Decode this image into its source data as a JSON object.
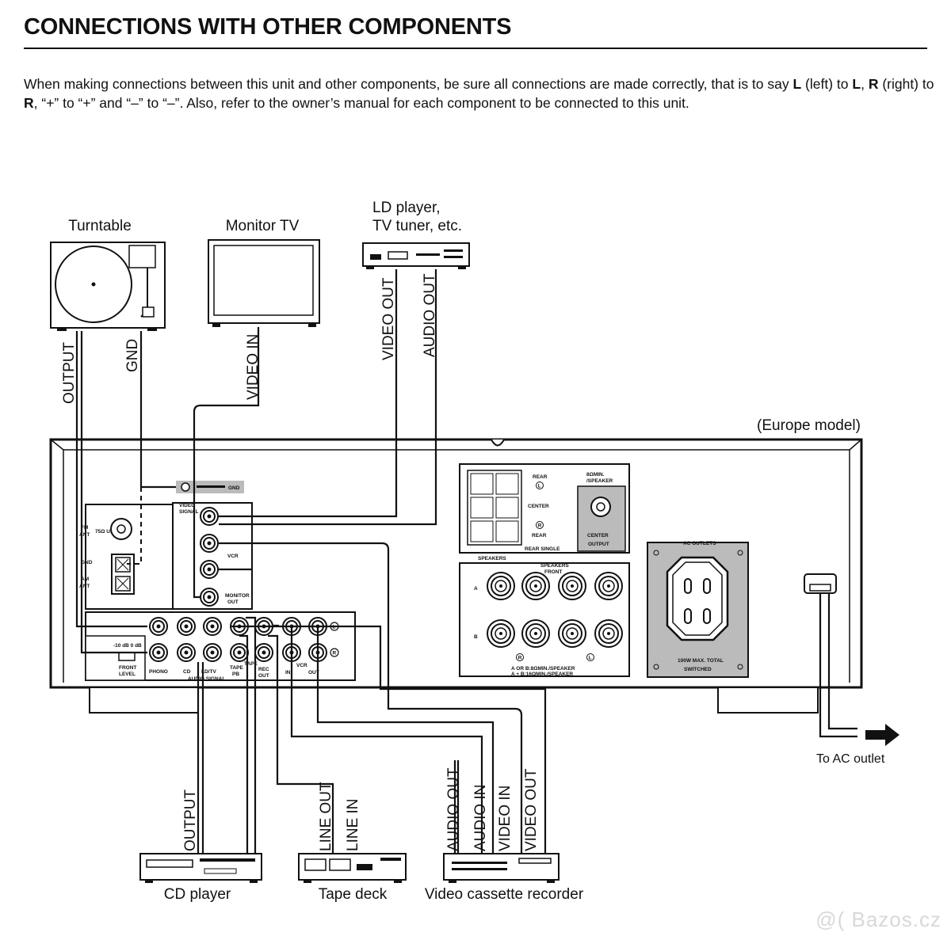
{
  "heading": "CONNECTIONS WITH OTHER COMPONENTS",
  "intro": {
    "p1": "When making connections between this unit and other components, be sure all connections are made correctly, that is to say ",
    "L": "L",
    "p2": " (left) to ",
    "L2": "L",
    "p3": ", ",
    "R": "R",
    "p4": " (right) to ",
    "R2": "R",
    "p5": ", “+” to “+” and “–” to “–”.  Also, refer to the owner’s manual for each component to be connected to this unit."
  },
  "devices": {
    "turntable": "Turntable",
    "monitor_tv": "Monitor TV",
    "ld_player_1": "LD player,",
    "ld_player_2": "TV tuner, etc.",
    "cd_player": "CD player",
    "tape_deck": "Tape deck",
    "vcr": "Video cassette recorder",
    "europe_model": "(Europe model)",
    "ac_outlet": "To AC outlet"
  },
  "cables": {
    "tt_output": "OUTPUT",
    "tt_gnd": "GND",
    "tv_video_in": "VIDEO IN",
    "ld_video_out": "VIDEO OUT",
    "ld_audio_out": "AUDIO OUT",
    "cd_output": "OUTPUT",
    "tape_line_out": "LINE OUT",
    "tape_line_in": "LINE IN",
    "vcr_audio_out": "AUDIO OUT",
    "vcr_audio_in": "AUDIO IN",
    "vcr_video_in": "VIDEO IN",
    "vcr_video_out": "VIDEO OUT"
  },
  "panel": {
    "gnd": "GND",
    "fm_ant_1": "FM",
    "fm_ant_2": "ANT",
    "unbal": "75Ω UNBAL",
    "gnd2": "GND",
    "am_1": "AM",
    "am_2": "ANT",
    "video_signal_1": "VIDEO",
    "video_signal_2": "SIGNAL",
    "vcr": "VCR",
    "monitor_out_1": "MONITOR",
    "monitor_out_2": "OUT",
    "level": "-10 dB  0 dB",
    "front_level_1": "FRONT",
    "front_level_2": "LEVEL",
    "phono": "PHONO",
    "cd": "CD",
    "ldtv": "LD/TV",
    "tape_pb_1": "TAPE",
    "tape_pb_2": "PB",
    "tape": "TAPE",
    "rec_out_1": "REC",
    "rec_out_2": "OUT",
    "vcr2": "VCR",
    "in": "IN",
    "out": "OUT",
    "audio_signal": "AUDIO SIGNAL",
    "L": "L",
    "R": "R",
    "rear": "REAR",
    "center": "CENTER",
    "rear2": "REAR",
    "rear_single": "REAR SINGLE",
    "speakers_small": "SPEAKERS",
    "ohm_speaker_1": "8ΩMIN.",
    "ohm_speaker_2": "/SPEAKER",
    "center_output_1": "CENTER",
    "center_output_2": "OUTPUT",
    "speakers_front_1": "SPEAKERS",
    "speakers_front_2": "FRONT",
    "row_a": "A",
    "row_b": "B",
    "ab_note_1": "A OR B:8ΩMIN./SPEAKER",
    "ab_note_2": "A + B:16ΩMIN./SPEAKER",
    "ac_outlets": "AC OUTLETS",
    "ac_note_1": "100W MAX. TOTAL",
    "ac_note_2": "SWITCHED"
  },
  "watermark": "@( Bazos.cz"
}
